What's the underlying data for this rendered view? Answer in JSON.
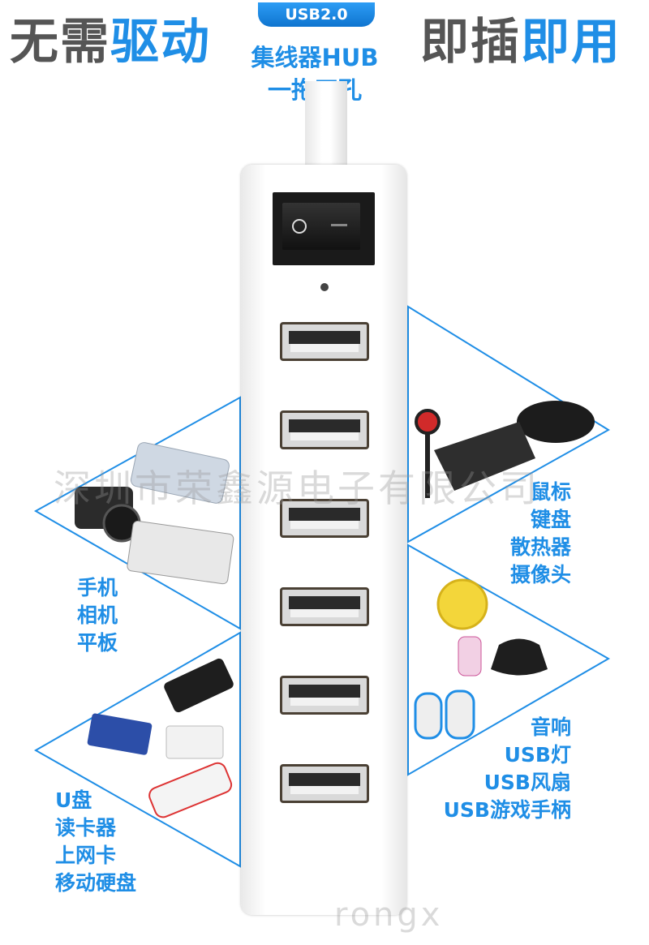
{
  "header": {
    "left_grey": "无需",
    "left_blue": "驱动",
    "right_grey": "即插",
    "right_blue": "即用",
    "badge": "USB2.0",
    "subtitle_line1": "集线器HUB",
    "subtitle_line2": "一拖四孔"
  },
  "watermark": {
    "company": "深圳市荣鑫源电子有限公司",
    "bottom": "rongx"
  },
  "categories": {
    "left_top": [
      "手机",
      "相机",
      "平板"
    ],
    "right_top": [
      "鼠标",
      "键盘",
      "散热器",
      "摄像头"
    ],
    "left_bottom": [
      "U盘",
      "读卡器",
      "上网卡",
      "移动硬盘"
    ],
    "right_bottom": [
      "音响",
      "USB灯",
      "USB风扇",
      "USB游戏手柄"
    ]
  },
  "colors": {
    "accent": "#1f8ee6",
    "grey_text": "#555555"
  },
  "icons": [
    "power-switch-icon",
    "led-indicator-icon",
    "usb-port-icon"
  ]
}
